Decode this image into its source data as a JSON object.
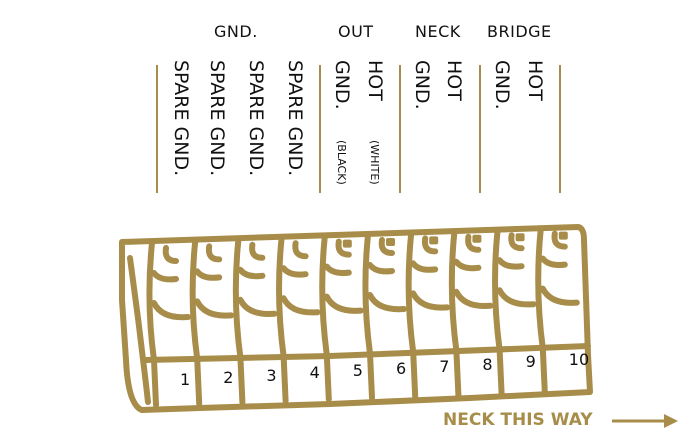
{
  "headers": {
    "gnd": "GND.",
    "out": "OUT",
    "neck": "NECK",
    "bridge": "BRIDGE"
  },
  "columns": [
    "SPARE GND.",
    "SPARE GND.",
    "SPARE GND.",
    "SPARE GND.",
    "GND.",
    "HOT",
    "GND.",
    "HOT",
    "GND.",
    "HOT"
  ],
  "wire_colors": {
    "black": "(BLACK)",
    "white": "(WHITE)"
  },
  "terminals": [
    "1",
    "2",
    "3",
    "4",
    "5",
    "6",
    "7",
    "8",
    "9",
    "10"
  ],
  "direction_label": "NECK THIS WAY",
  "accent_color": "#a88d4a"
}
